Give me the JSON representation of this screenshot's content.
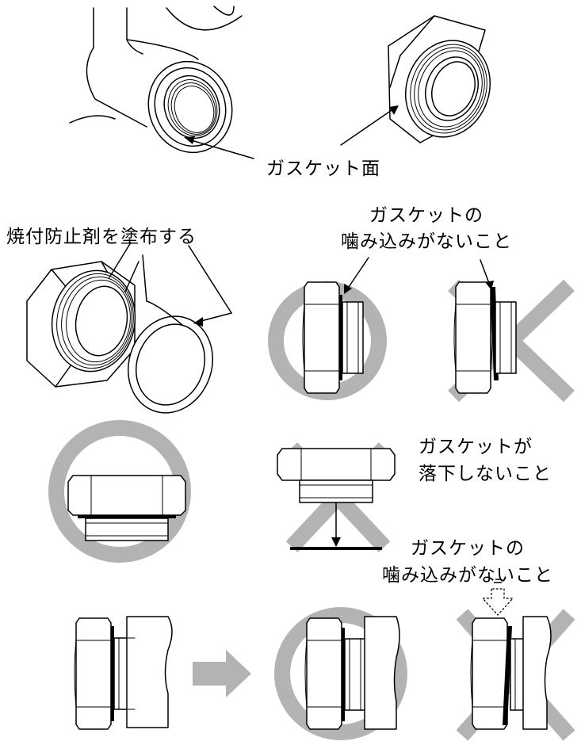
{
  "labels": {
    "gasket_surface": "ガスケット面",
    "apply_antiseize": "焼付防止剤を塗布する",
    "no_bite_line1": "ガスケットの",
    "no_bite_line2": "噛み込みがないこと",
    "no_drop_line1": "ガスケットが",
    "no_drop_line2": "落下しないこと",
    "no_bite2_line1": "ガスケットの",
    "no_bite2_line2": "噛み込みがないこと"
  },
  "symbols": {
    "ok_mark_color": "#b3b3b3",
    "ng_mark_color": "#b3b3b3",
    "arrow_color": "#b3b3b3"
  }
}
